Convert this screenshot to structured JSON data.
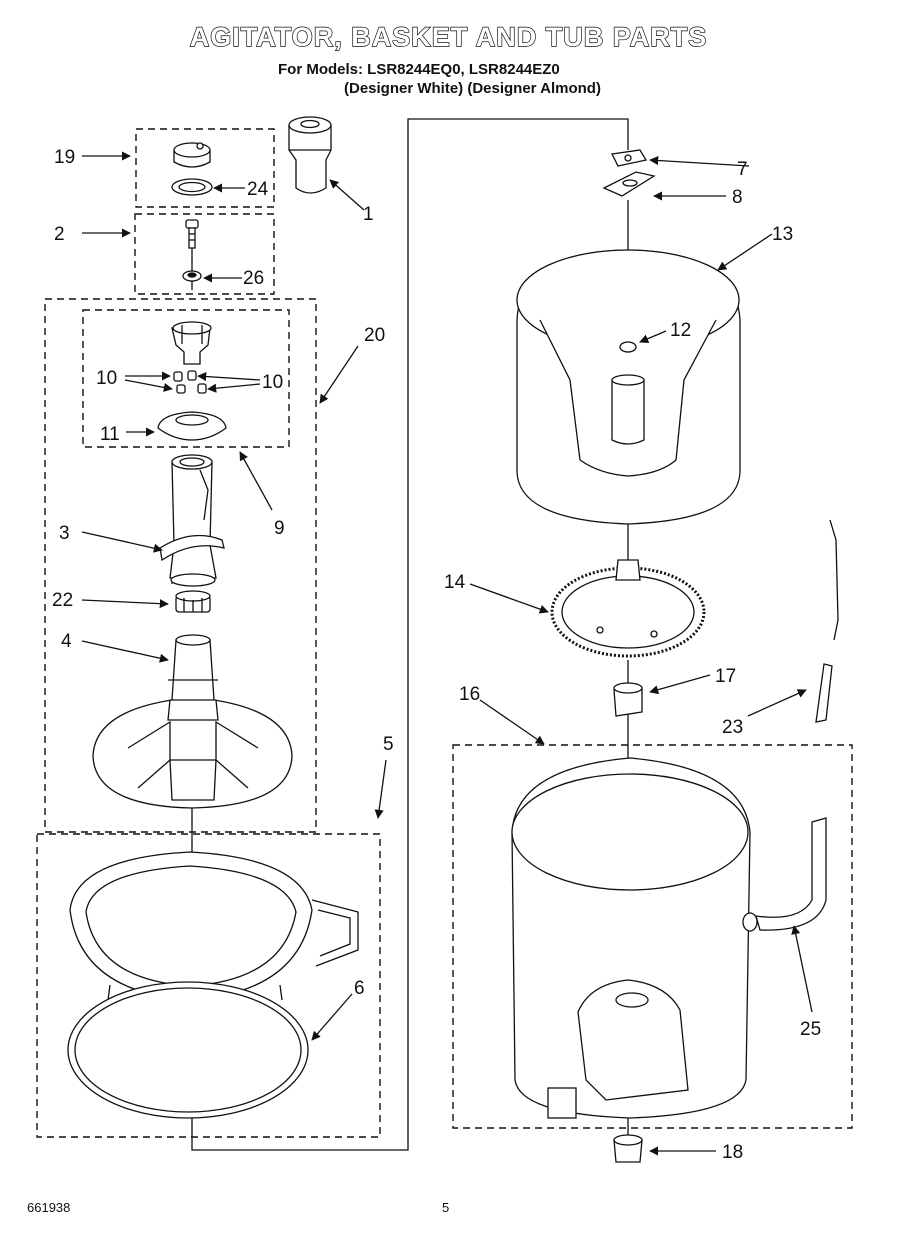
{
  "title": "AGITATOR, BASKET AND TUB PARTS",
  "models_line": "For Models: LSR8244EQ0, LSR8244EZ0",
  "colors_line": "(Designer White) (Designer Almond)",
  "footer": {
    "code": "661938",
    "page": "5"
  },
  "callouts": [
    "1",
    "2",
    "3",
    "4",
    "5",
    "6",
    "7",
    "8",
    "9",
    "10",
    "10",
    "11",
    "12",
    "13",
    "14",
    "16",
    "17",
    "18",
    "19",
    "20",
    "22",
    "23",
    "24",
    "25",
    "26"
  ]
}
